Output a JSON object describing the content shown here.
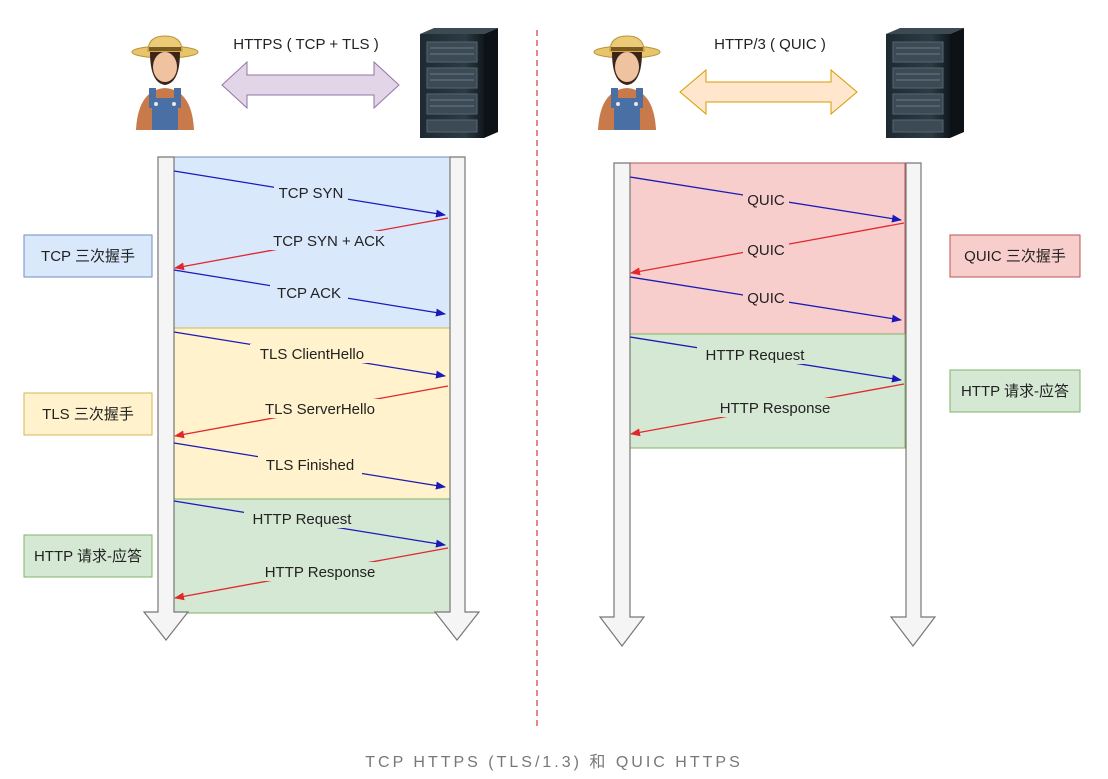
{
  "left": {
    "protocol_label": "HTTPS ( TCP + TLS )",
    "phases": [
      {
        "label": "TCP 三次握手",
        "color": "#dae8fc",
        "border": "#6c8ebf",
        "messages": [
          "TCP SYN",
          "TCP SYN + ACK",
          "TCP ACK"
        ]
      },
      {
        "label": "TLS 三次握手",
        "color": "#fff2cc",
        "border": "#d6b656",
        "messages": [
          "TLS ClientHello",
          "TLS ServerHello",
          "TLS Finished"
        ]
      },
      {
        "label": "HTTP 请求-应答",
        "color": "#d5e8d4",
        "border": "#82b366",
        "messages": [
          "HTTP Request",
          "HTTP Response"
        ]
      }
    ]
  },
  "right": {
    "protocol_label": "HTTP/3 ( QUIC )",
    "phases": [
      {
        "label": "QUIC 三次握手",
        "color": "#f8cecc",
        "border": "#b85450",
        "messages": [
          "QUIC",
          "QUIC",
          "QUIC"
        ]
      },
      {
        "label": "HTTP 请求-应答",
        "color": "#d5e8d4",
        "border": "#82b366",
        "messages": [
          "HTTP Request",
          "HTTP Response"
        ]
      }
    ]
  },
  "colors": {
    "client_to_server": "#1a1ab8",
    "server_to_client": "#e0282d",
    "left_connector": "#e1d5e7",
    "right_connector": "#ffe6cc",
    "divider": "#d23a3a"
  },
  "icons": {
    "client": "farmer-icon",
    "server": "server-rack-icon"
  },
  "caption": "TCP HTTPS (TLS/1.3) 和 QUIC HTTPS"
}
